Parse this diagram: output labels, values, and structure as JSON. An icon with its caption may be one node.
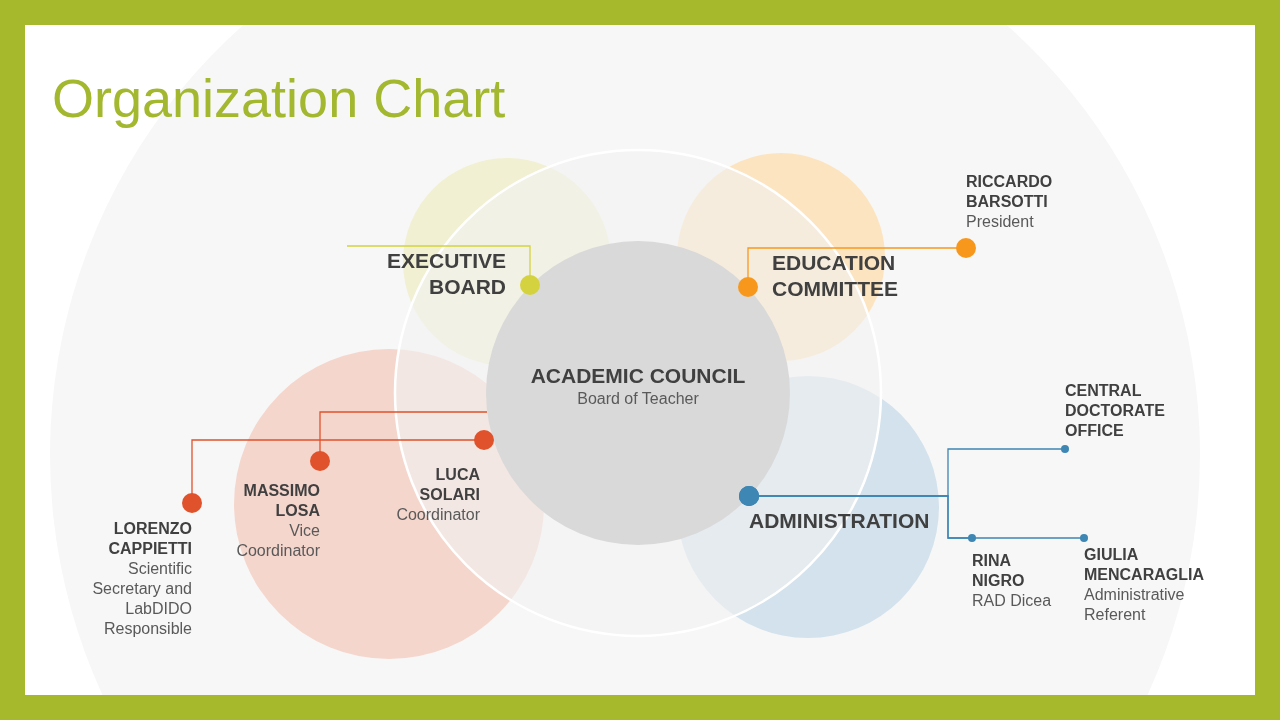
{
  "diagram": {
    "title": "Organization Chart",
    "nodes": [
      {
        "text": [
          "EXECUTIVE BOARD"
        ]
      },
      {
        "text": [
          "EDUCATION COMMITTEE"
        ]
      },
      {
        "text": [
          "RICCARDO BARSOTTI",
          "President"
        ]
      },
      {
        "text": [
          "ACADEMIC COUNCIL",
          "Board of Teacher"
        ]
      },
      {
        "text": [
          "MASSIMO LOSA",
          "Vice Coordinator"
        ]
      },
      {
        "text": [
          "LUCA SOLARI",
          "Coordinator"
        ]
      },
      {
        "text": [
          "LORENZO CAPPIETTI",
          "Scientific Secretary and LabDIDO Responsible"
        ]
      },
      {
        "text": [
          "ADMINISTRATION"
        ]
      },
      {
        "text": [
          "CENTRAL DOCTORATE OFFICE"
        ]
      },
      {
        "text": [
          "RINA NIGRO",
          "RAD Dicea"
        ]
      },
      {
        "text": [
          "GIULIA MENCARAGLIA",
          "Administrative Referent"
        ]
      }
    ],
    "edges": [
      {
        "from": null,
        "to": 0,
        "arrow": "other",
        "color": "#d4d33f"
      },
      {
        "from": 1,
        "to": 2,
        "arrow": "other",
        "color": "#f7981d"
      },
      {
        "from": 3,
        "to": 4,
        "arrow": "other",
        "color": "#e0522b"
      },
      {
        "from": 5,
        "to": 6,
        "arrow": "other",
        "color": "#e0522b"
      },
      {
        "from": 7,
        "to": 8,
        "arrow": "other"
      },
      {
        "from": 7,
        "to": 9,
        "arrow": "other"
      },
      {
        "from": 7,
        "to": 10,
        "arrow": "other"
      }
    ]
  }
}
